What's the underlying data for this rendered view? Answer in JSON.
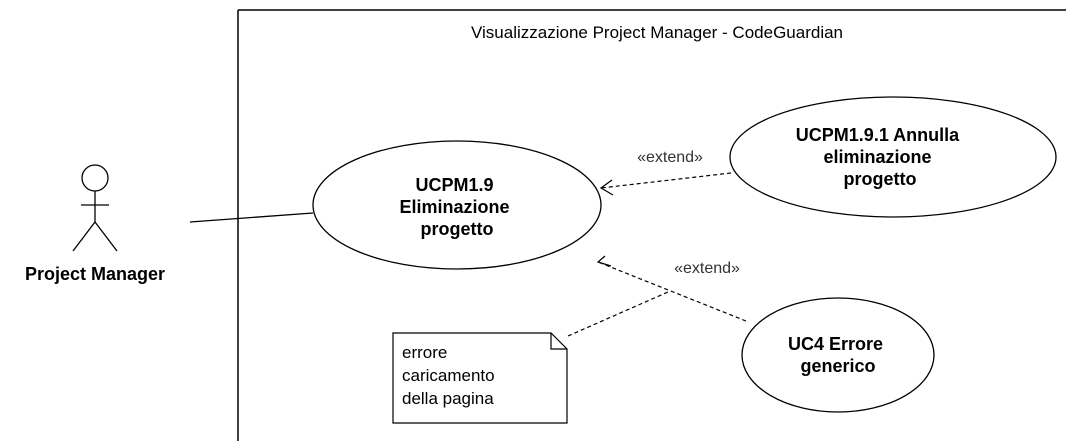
{
  "system": {
    "title": "Visualizzazione Project Manager - CodeGuardian"
  },
  "actor": {
    "label": "Project Manager"
  },
  "use_cases": {
    "main": {
      "lines": [
        "UCPM1.9",
        "Eliminazione",
        "progetto"
      ]
    },
    "cancel": {
      "lines": [
        "UCPM1.9.1 Annulla",
        "eliminazione",
        "progetto"
      ]
    },
    "error": {
      "lines": [
        "UC4 Errore",
        "generico"
      ]
    }
  },
  "relations": {
    "extend_cancel": "«extend»",
    "extend_error": "«extend»"
  },
  "note": {
    "lines": [
      "errore",
      "caricamento",
      "della pagina"
    ]
  },
  "colors": {
    "line": "#000000",
    "fill": "#ffffff"
  }
}
